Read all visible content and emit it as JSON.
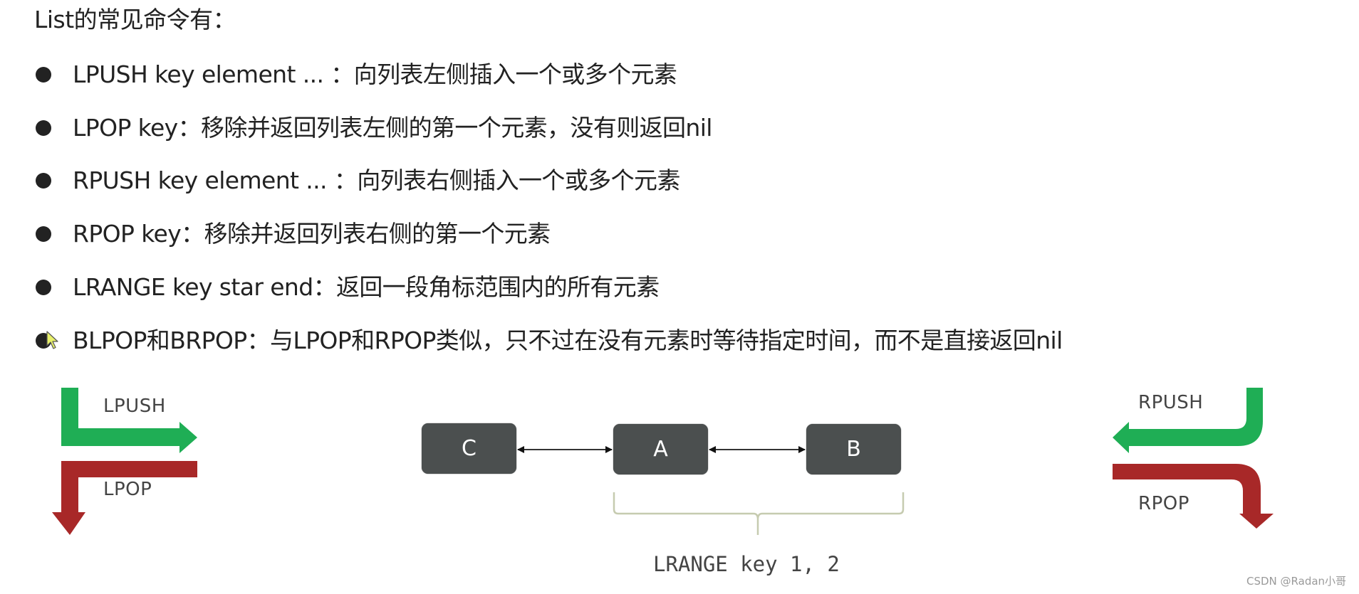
{
  "title": "List的常见命令有：",
  "commands": [
    {
      "text": "LPUSH key  element ... ：向列表左侧插入一个或多个元素"
    },
    {
      "text": "LPOP key：移除并返回列表左侧的第一个元素，没有则返回nil"
    },
    {
      "text": "RPUSH key  element ... ：向列表右侧插入一个或多个元素"
    },
    {
      "text": "RPOP key：移除并返回列表右侧的第一个元素"
    },
    {
      "text": "LRANGE key star end：返回一段角标范围内的所有元素"
    },
    {
      "text": "BLPOP和BRPOP：与LPOP和RPOP类似，只不过在没有元素时等待指定时间，而不是直接返回nil"
    }
  ],
  "diagram": {
    "left_arrows": {
      "push_label": "LPUSH",
      "pop_label": "LPOP"
    },
    "right_arrows": {
      "push_label": "RPUSH",
      "pop_label": "RPOP"
    },
    "nodes": [
      {
        "label": "C"
      },
      {
        "label": "A"
      },
      {
        "label": "B"
      }
    ],
    "range_caption": "LRANGE key 1, 2",
    "colors": {
      "push": "#1fae55",
      "pop": "#a82828",
      "node_fill": "#4b4f4f",
      "brace": "#c6cbb0"
    }
  },
  "watermark": "CSDN @Radan小哥"
}
